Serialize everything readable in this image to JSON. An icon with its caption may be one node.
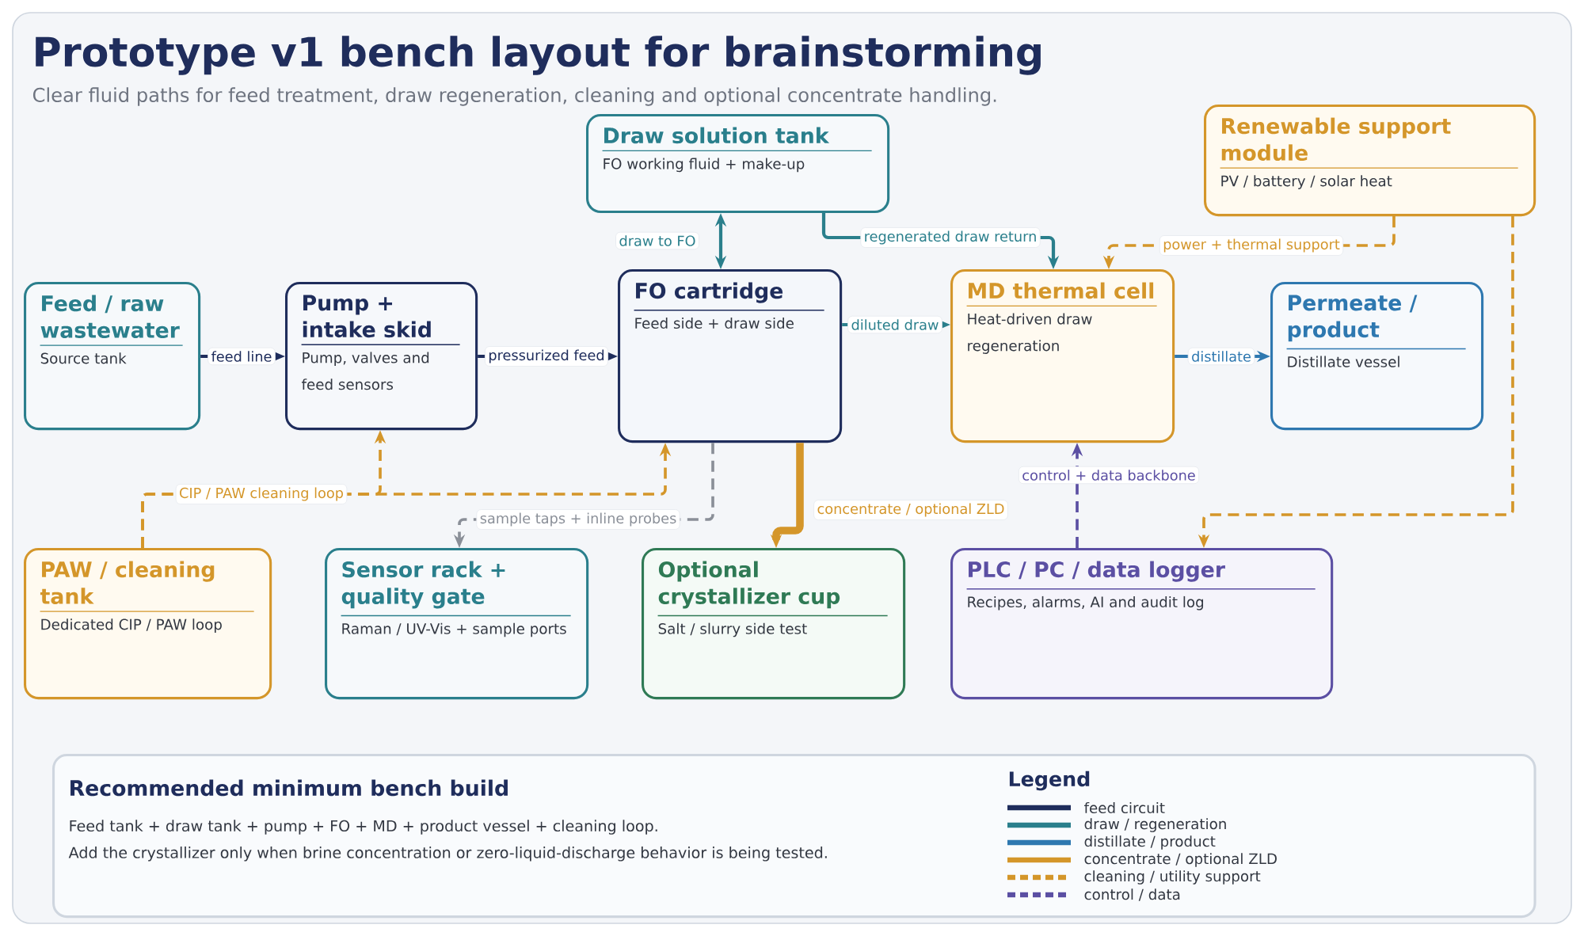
{
  "diagram": {
    "title": "Prototype v1 bench layout for brainstorming",
    "caption": "Clear fluid paths for feed treatment, draw regeneration, cleaning and optional concentrate handling.",
    "nodes": [
      {
        "text": [
          "Feed / raw wastewater",
          "Source tank"
        ]
      },
      {
        "text": [
          "Pump + intake skid",
          "Pump, valves and feed sensors"
        ]
      },
      {
        "text": [
          "Draw solution tank",
          "FO working fluid + make-up"
        ]
      },
      {
        "text": [
          "FO cartridge",
          "Feed side + draw side"
        ]
      },
      {
        "text": [
          "MD thermal cell",
          "Heat-driven draw regeneration"
        ]
      },
      {
        "text": [
          "Renewable support module",
          "PV / battery / solar heat"
        ]
      },
      {
        "text": [
          "Permeate / product",
          "Distillate vessel"
        ]
      },
      {
        "text": [
          "PAW / cleaning tank",
          "Dedicated CIP / PAW loop"
        ]
      },
      {
        "text": [
          "Sensor rack + quality gate",
          "Raman / UV-Vis + sample ports"
        ]
      },
      {
        "text": [
          "Optional crystallizer cup",
          "Salt / slurry side test"
        ]
      },
      {
        "text": [
          "PLC / PC / data logger",
          "Recipes, alarms, AI and audit log"
        ]
      },
      {
        "text": [
          "Recommended minimum bench build",
          "Feed tank + draw tank + pump + FO + MD + product vessel + cleaning loop.",
          "Add the crystallizer only when brine concentration or zero-liquid-discharge behavior is being tested."
        ]
      }
    ],
    "edges": [
      {
        "from": 0,
        "to": 1,
        "arrow": "to",
        "label": "feed line",
        "color": "#1f2d5c"
      },
      {
        "from": 1,
        "to": 3,
        "arrow": "to",
        "label": "pressurized feed",
        "color": "#1f2d5c"
      },
      {
        "from": 2,
        "to": 3,
        "arrow": "both",
        "label": "draw to FO",
        "color": "#2a7f8c"
      },
      {
        "from": 3,
        "to": 4,
        "arrow": "to",
        "label": "diluted draw",
        "color": "#2a7f8c"
      },
      {
        "from": 2,
        "to": 4,
        "arrow": "to",
        "label": "regenerated draw return",
        "color": "#2a7f8c"
      },
      {
        "from": 4,
        "to": 6,
        "arrow": "to",
        "label": "distillate",
        "color": "#2e78b0"
      },
      {
        "from": 3,
        "to": 9,
        "arrow": "to",
        "label": "concentrate / optional ZLD",
        "style": "thick"
      },
      {
        "from": 7,
        "to": 1,
        "arrow": "to",
        "label": "CIP / PAW cleaning loop",
        "style": "dashed"
      },
      {
        "from": 7,
        "to": 3,
        "arrow": "to",
        "style": "dashed"
      },
      {
        "from": 3,
        "to": 8,
        "arrow": "to",
        "label": "sample taps + inline probes",
        "style": "dashed",
        "color": "#8a8f98"
      },
      {
        "from": 5,
        "to": 4,
        "arrow": "to",
        "label": "power + thermal support",
        "style": "dashed"
      },
      {
        "from": 5,
        "to": 10,
        "arrow": "to",
        "style": "dashed"
      },
      {
        "from": 10,
        "to": 4,
        "arrow": "to",
        "label": "control + data backbone",
        "style": "dashed",
        "color": "#5b4fa3"
      }
    ],
    "labels": [
      "Legend"
    ],
    "legend": [
      {
        "text": "feed circuit",
        "color": "#1f2d5c"
      },
      {
        "text": "draw / regeneration",
        "color": "#2a7f8c"
      },
      {
        "text": "distillate / product",
        "color": "#2e78b0"
      },
      {
        "text": "concentrate / optional ZLD",
        "color": "#d4962a"
      },
      {
        "text": "cleaning / utility support",
        "color": "#d4962a"
      },
      {
        "text": "control / data",
        "color": "#5b4fa3"
      }
    ]
  }
}
